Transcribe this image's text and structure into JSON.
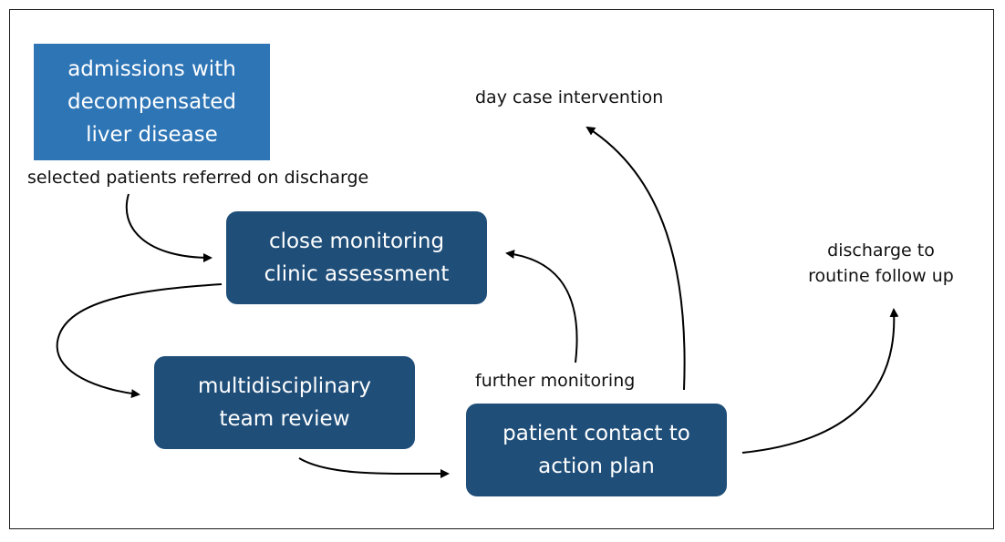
{
  "nodes": {
    "admissions": [
      "admissions with",
      "decompensated",
      "liver disease"
    ],
    "clinic": [
      "close monitoring",
      "clinic assessment"
    ],
    "mdt": [
      "multidisciplinary",
      "team review"
    ],
    "contact": [
      "patient contact to",
      "action plan"
    ]
  },
  "labels": {
    "referral": "selected patients referred on discharge",
    "day_case": "day case intervention",
    "discharge": [
      "discharge to",
      "routine follow up"
    ],
    "further_monitoring": "further monitoring"
  },
  "colors": {
    "node_dark": "#1f4e79",
    "node_light": "#2e75b6",
    "text_on_node": "#ffffff",
    "arrow": "#000000"
  }
}
